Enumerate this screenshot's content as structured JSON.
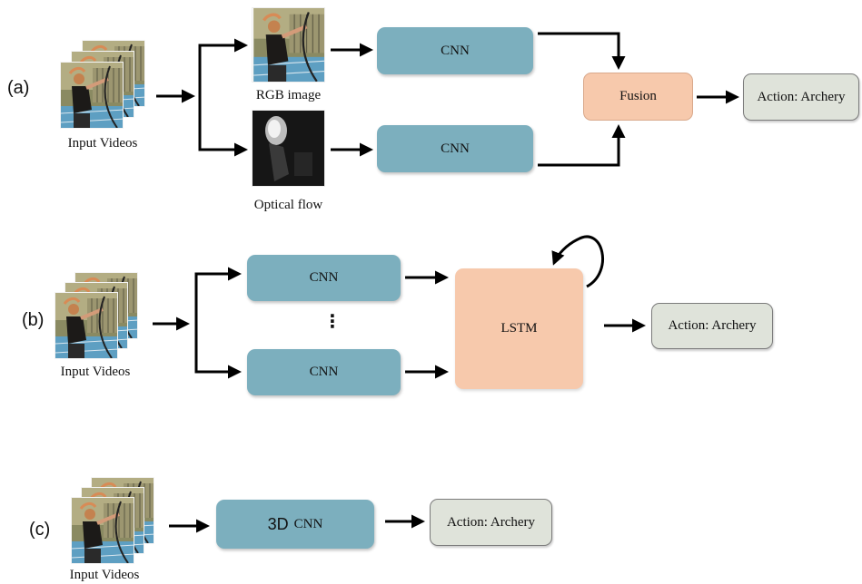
{
  "panels": {
    "a": {
      "label": "(a)",
      "input_caption": "Input Videos",
      "rgb_caption": "RGB image",
      "flow_caption": "Optical flow",
      "cnn_top": "CNN",
      "cnn_bottom": "CNN",
      "fusion": "Fusion",
      "action": "Action: Archery"
    },
    "b": {
      "label": "(b)",
      "input_caption": "Input Videos",
      "cnn_top": "CNN",
      "ellipsis": "⋮",
      "cnn_bottom": "CNN",
      "lstm": "LSTM",
      "action": "Action: Archery"
    },
    "c": {
      "label": "(c)",
      "input_caption": "Input Videos",
      "cnn3d_prefix": "3D",
      "cnn3d_suffix": "CNN",
      "action": "Action: Archery"
    }
  },
  "colors": {
    "cnn": "#7cafbe",
    "fusion": "#f7c9ac",
    "action": "#dfe3da",
    "arrow": "#000000"
  }
}
